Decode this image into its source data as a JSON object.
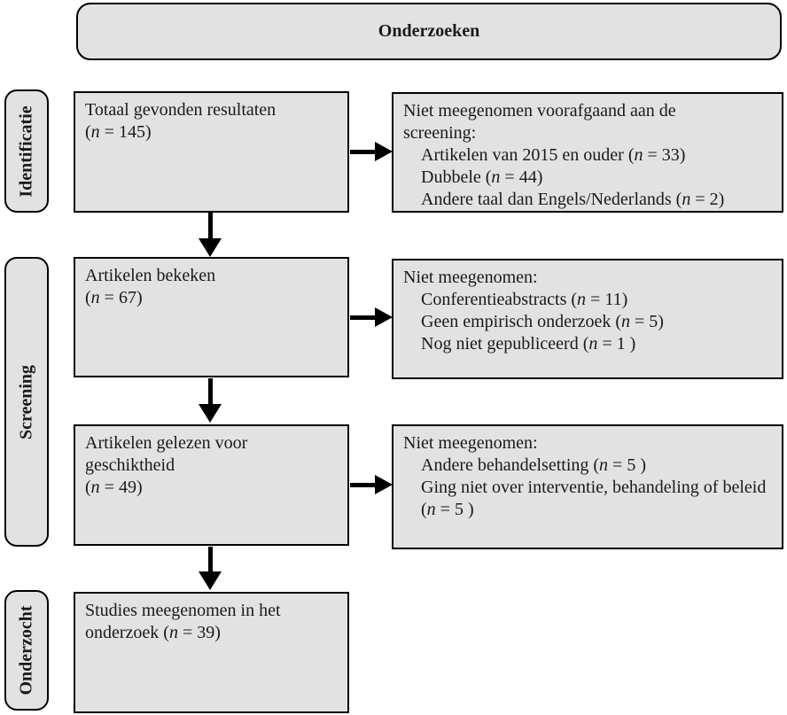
{
  "diagram": {
    "title": "Onderzoeken",
    "stage_labels": {
      "identification": "Identificatie",
      "screening": "Screening",
      "included": "Onderzocht"
    },
    "flow_boxes": [
      {
        "lines": [
          "Totaal gevonden resultaten",
          "(*n* = 145)"
        ]
      },
      {
        "lines": [
          "Artikelen bekeken",
          "(*n* = 67)"
        ]
      },
      {
        "lines": [
          "Artikelen gelezen voor",
          "geschiktheid",
          "(*n* = 49)"
        ]
      },
      {
        "lines": [
          "Studies meegenomen in het",
          "onderzoek (*n* = 39)"
        ]
      }
    ],
    "exclusion_boxes": [
      {
        "header_lines": [
          "Niet meegenomen voorafgaand aan de",
          "screening:"
        ],
        "items": [
          "Artikelen van 2015 en ouder (*n* = 33)",
          "Dubbele (*n* = 44)",
          "Andere taal dan Engels/Nederlands (*n* = 2)"
        ]
      },
      {
        "header_lines": [
          "Niet meegenomen:"
        ],
        "items": [
          "Conferentieabstracts (*n* = 11)",
          "Geen empirisch onderzoek (*n* = 5)",
          "Nog niet gepubliceerd (*n* = 1 )"
        ]
      },
      {
        "header_lines": [
          "Niet meegenomen:"
        ],
        "items": [
          "Andere behandelsetting (*n* = 5 )",
          "Ging niet over interventie, behandeling of beleid (*n* = 5 )"
        ]
      }
    ],
    "colors": {
      "box_fill": "#e2e2e2",
      "box_border": "#000000",
      "arrow": "#000000",
      "background": "#ffffff"
    }
  }
}
